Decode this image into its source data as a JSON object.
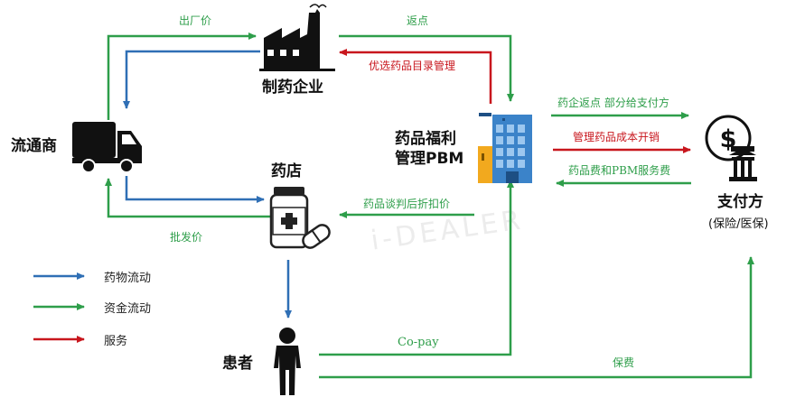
{
  "nodes": {
    "manufacturer": "制药企业",
    "distributor": "流通商",
    "pharmacy": "药店",
    "pbm_line1": "药品福利",
    "pbm_line2": "管理PBM",
    "payer": "支付方",
    "payer_sub": "(保险/医保)",
    "patient": "患者"
  },
  "edges": {
    "ex_factory_price": "出厂价",
    "wholesale_price": "批发价",
    "rebate": "返点",
    "formulary_management": "优选药品目录管理",
    "negotiated_discount_price": "药品谈判后折扣价",
    "rebate_share": "药企返点 部分给支付方",
    "cost_management": "管理药品成本开销",
    "drug_and_pbm_fees": "药品费和PBM服务费",
    "copay": "Co-pay",
    "premium": "保费"
  },
  "legend": [
    {
      "label": "药物流动",
      "color": "#2f6fb5"
    },
    {
      "label": "资金流动",
      "color": "#2e9e4a"
    },
    {
      "label": "服务",
      "color": "#c8161d"
    }
  ],
  "watermark": "i-DEALER",
  "colors": {
    "drug": "#2f6fb5",
    "money": "#2e9e4a",
    "service": "#c8161d"
  },
  "icons": {
    "manufacturer": "factory-icon",
    "distributor": "truck-icon",
    "pharmacy": "medicine-bottle-icon",
    "pbm": "office-building-icon",
    "payer": "dollar-government-building-icon",
    "patient": "person-icon"
  }
}
